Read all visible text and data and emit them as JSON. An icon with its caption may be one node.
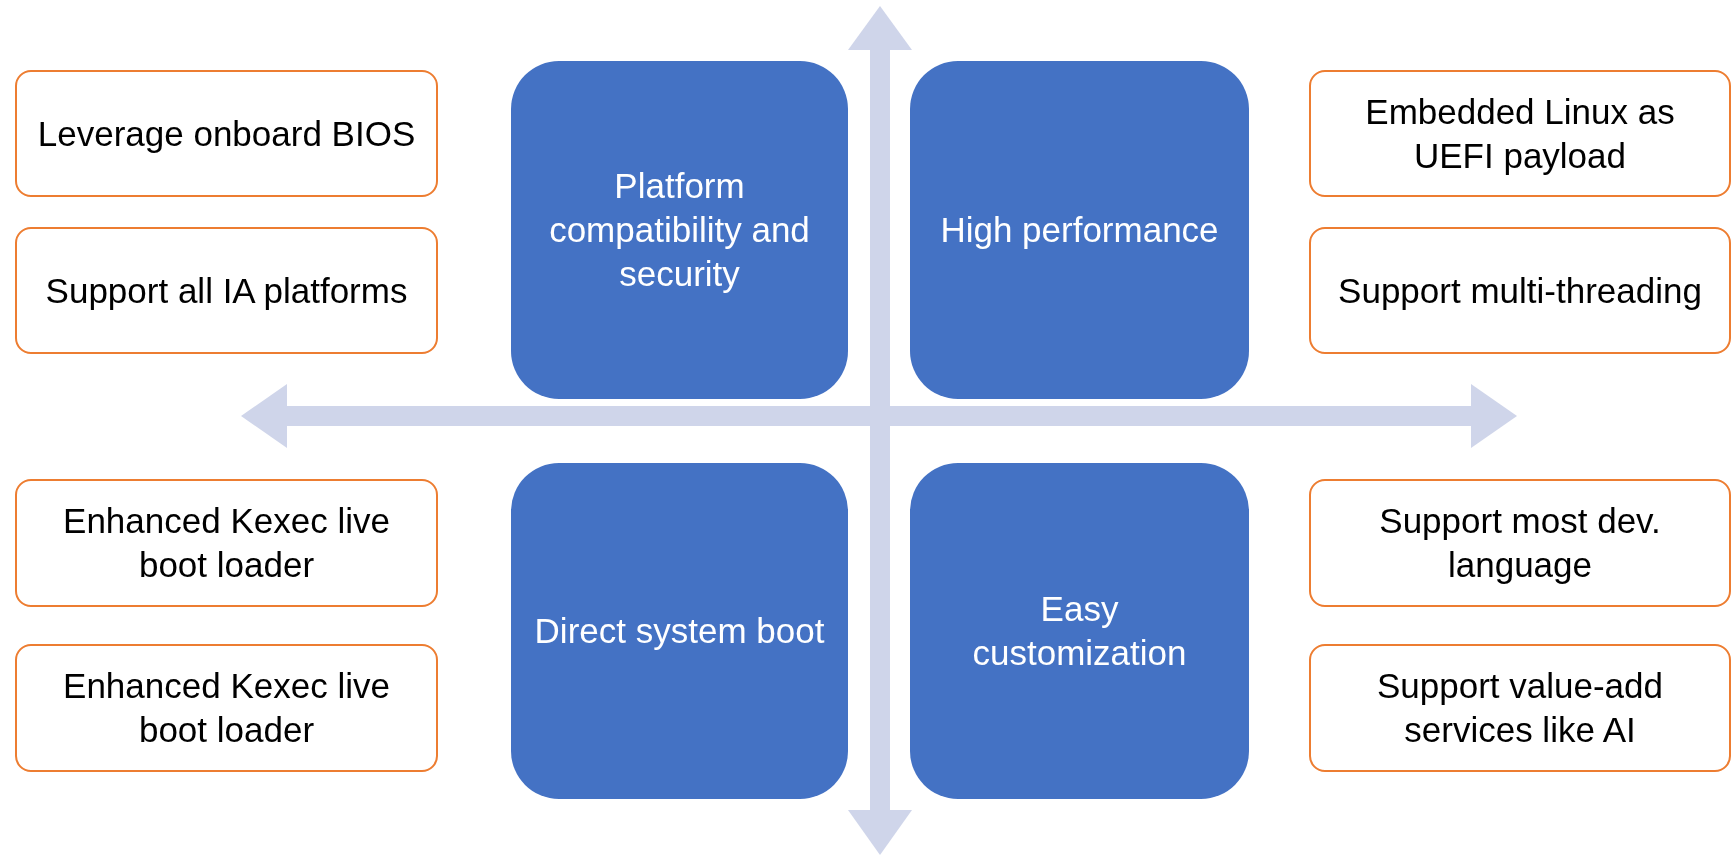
{
  "diagram": {
    "nodes": [
      {
        "text": [
          "Leverage onboard BIOS"
        ]
      },
      {
        "text": [
          "Platform compatibility and security"
        ]
      },
      {
        "text": [
          "High performance"
        ]
      },
      {
        "text": [
          "Embedded Linux as UEFI payload"
        ]
      },
      {
        "text": [
          "Support all IA platforms"
        ]
      },
      {
        "text": [
          "Support multi-threading"
        ]
      },
      {
        "text": [
          "Enhanced Kexec live boot loader"
        ]
      },
      {
        "text": [
          "Direct system boot"
        ]
      },
      {
        "text": [
          "Easy customization"
        ]
      },
      {
        "text": [
          "Support most dev. language"
        ]
      },
      {
        "text": [
          "Enhanced Kexec live boot loader"
        ]
      },
      {
        "text": [
          "Support value-add services like AI"
        ]
      }
    ]
  }
}
